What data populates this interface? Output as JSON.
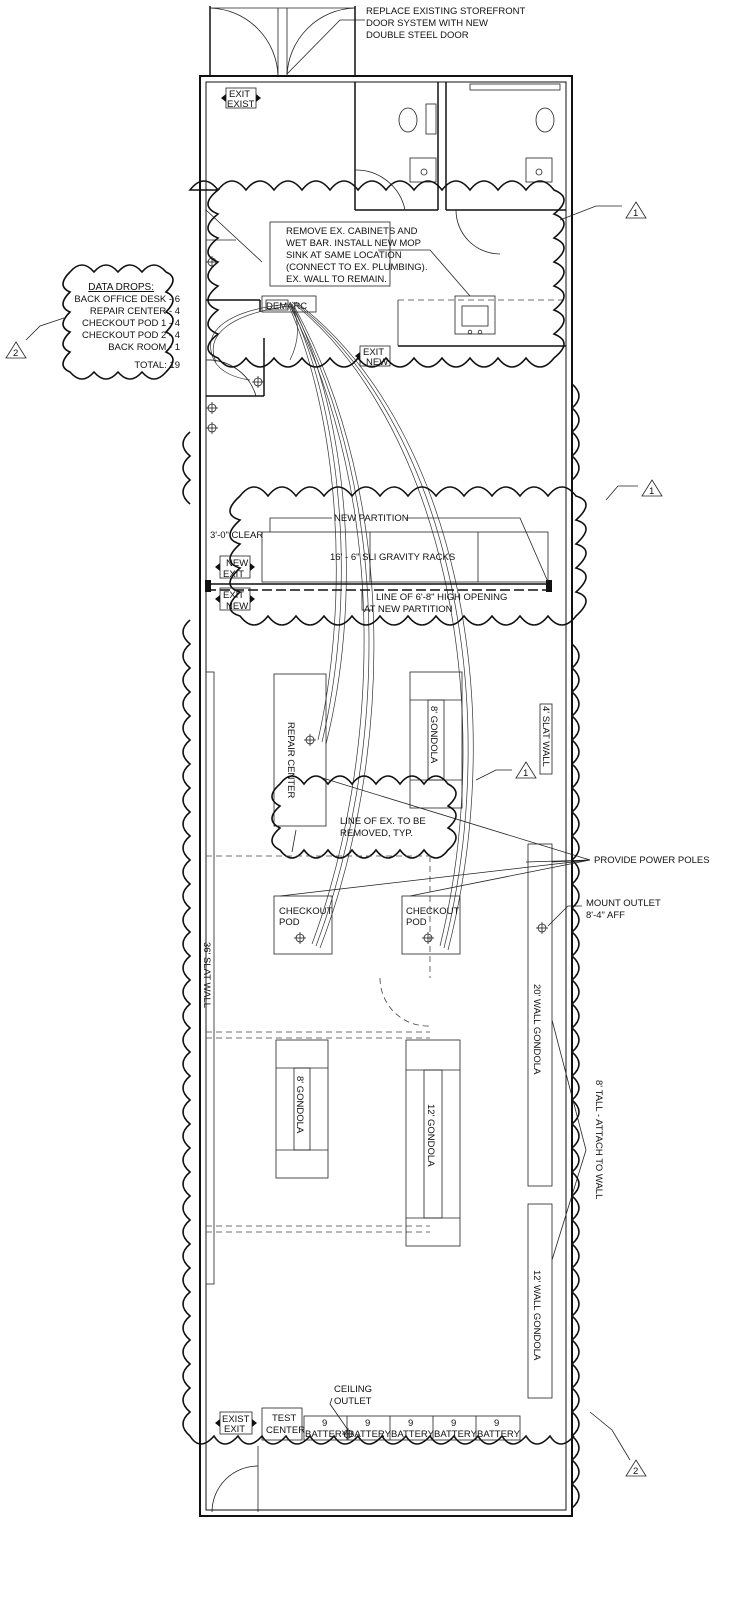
{
  "notes": {
    "storefront": [
      "REPLACE EXISTING STOREFRONT",
      "DOOR SYSTEM WITH NEW",
      "DOUBLE STEEL DOOR"
    ],
    "cabinets": [
      "REMOVE EX. CABINETS AND",
      "WET BAR. INSTALL NEW MOP",
      "SINK AT SAME LOCATION",
      "(CONNECT TO EX. PLUMBING).",
      "EX. WALL TO REMAIN."
    ],
    "new_partition": "NEW PARTITION",
    "opening": [
      "LINE OF 6'-8\" HIGH OPENING",
      "AT NEW PARTITION"
    ],
    "remove_line": [
      "LINE OF EX. TO BE",
      "REMOVED, TYP."
    ],
    "power_poles": "PROVIDE POWER POLES",
    "mount_outlet": [
      "MOUNT OUTLET",
      "8'-4\" AFF"
    ],
    "tall_attach": "8' TALL - ATTACH TO WALL",
    "ceiling_outlet": [
      "CEILING",
      "OUTLET"
    ],
    "clear": "3'-0\" CLEAR"
  },
  "data_drops": {
    "title": "DATA DROPS:",
    "items": [
      "BACK OFFICE DESK - 6",
      "REPAIR CENTER - 4",
      "CHECKOUT POD 1 - 4",
      "CHECKOUT POD 2 - 4",
      "BACK ROOM - 1"
    ],
    "total": "TOTAL: 19"
  },
  "labels": {
    "exit": "EXIT",
    "exist": "EXIST",
    "new": "NEW",
    "demarc": "DEMARC",
    "gravity_racks": "16' - 6\" SLI GRAVITY RACKS",
    "repair_center": "REPAIR CENTER",
    "checkout_pod": [
      "CHECKOUT",
      "POD"
    ],
    "gondola_8": "8' GONDOLA",
    "gondola_12": "12' GONDOLA",
    "slat_wall_4": "4' SLAT WALL",
    "slat_wall_36": "36' SLAT WALL",
    "wall_gondola_20": "20' WALL GONDOLA",
    "wall_gondola_12": "12' WALL GONDOLA",
    "test_center": [
      "TEST",
      "CENTER"
    ],
    "battery_qty": "9",
    "battery": "BATTERY"
  },
  "revisions": {
    "rev1": "1",
    "rev2": "2"
  }
}
